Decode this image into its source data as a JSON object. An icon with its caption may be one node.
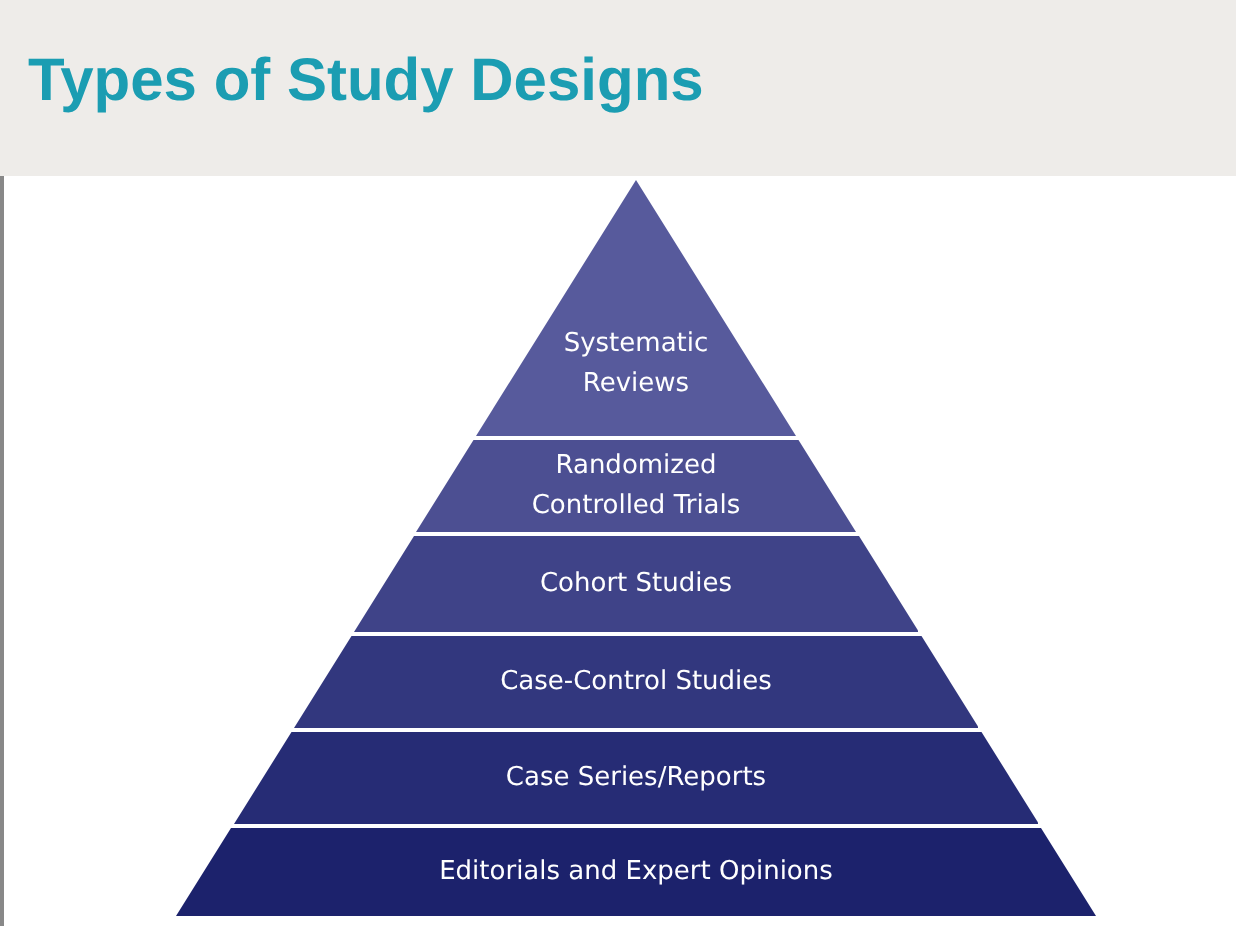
{
  "diagram": {
    "title": "Types of Study Designs",
    "nodes": [
      {
        "text": [
          "Systematic Reviews"
        ]
      },
      {
        "text": [
          "Randomized Controlled Trials"
        ]
      },
      {
        "text": [
          "Cohort Studies"
        ]
      },
      {
        "text": [
          "Case-Control Studies"
        ]
      },
      {
        "text": [
          "Case Series/Reports"
        ]
      },
      {
        "text": [
          "Editorials and Expert Opinions"
        ]
      }
    ]
  }
}
